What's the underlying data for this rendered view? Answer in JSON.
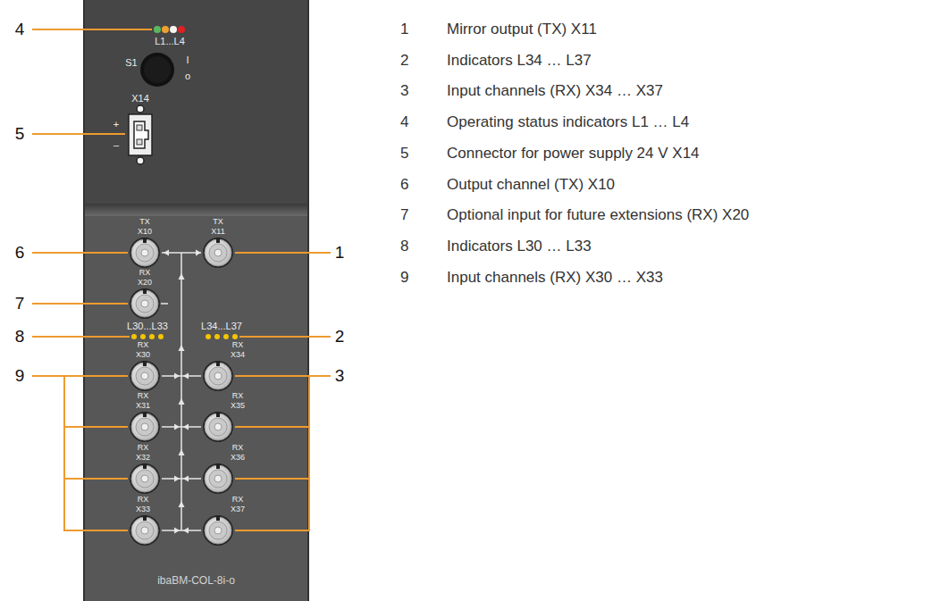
{
  "diagram": {
    "nodes": [
      {
        "text": [
          "ibaBM-COL-8i-o"
        ]
      }
    ],
    "labels": [
      "4",
      "5",
      "6",
      "7",
      "8",
      "9",
      "1",
      "2",
      "3",
      "L1...L4",
      "S1",
      "I",
      "o",
      "X14",
      "+",
      "–",
      "TX X10",
      "TX X11",
      "RX X20",
      "L30...L33",
      "L34...L37",
      "RX X30",
      "RX X31",
      "RX X32",
      "RX X33",
      "RX X34",
      "RX X35",
      "RX X36",
      "RX X37",
      "1",
      "Mirror output (TX) X11",
      "2",
      "Indicators L34 … L37",
      "3",
      "Input channels (RX) X34 … X37",
      "4",
      "Operating status indicators L1 … L4",
      "5",
      "Connector for power supply 24 V X14",
      "6",
      "Output channel (TX) X10",
      "7",
      "Optional input for future extensions (RX) X20",
      "8",
      "Indicators L30 … L33",
      "9",
      "Input channels (RX) X30 … X33"
    ]
  }
}
